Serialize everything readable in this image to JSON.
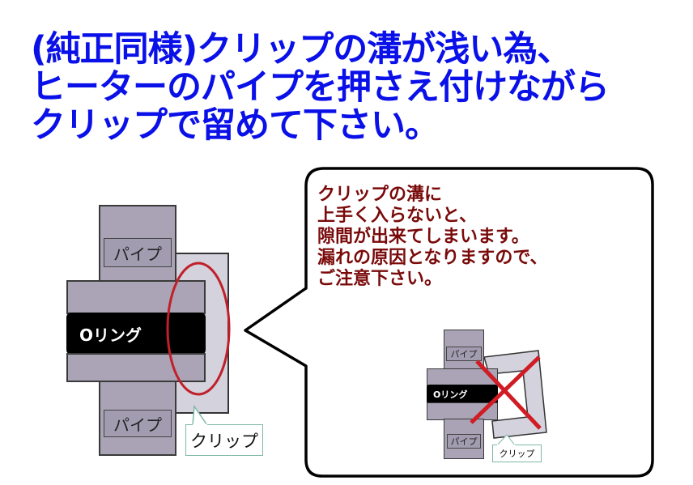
{
  "title": {
    "lines": [
      "(純正同様)クリップの溝が浅い為、",
      "ヒーターのパイプを押さえ付けながら",
      "クリップで留めて下さい。"
    ],
    "color": "#0a10e8"
  },
  "left_diagram": {
    "upper_pipe_label": "パイプ",
    "oring_label": "Oリング",
    "lower_pipe_label": "パイプ",
    "clip_label": "クリップ",
    "highlight_color": "#c0202a"
  },
  "callout": {
    "lines": [
      "クリップの溝に",
      "上手く入らないと、",
      "隙間が出来てしまいます。",
      "漏れの原因となりますので、",
      "ご注意下さい。"
    ],
    "text_color": "#7a0a0a"
  },
  "right_diagram": {
    "upper_pipe_label": "パイプ",
    "oring_label": "Oリング",
    "lower_pipe_label": "パイプ",
    "clip_label": "クリップ",
    "cross_color": "#d01c24"
  }
}
